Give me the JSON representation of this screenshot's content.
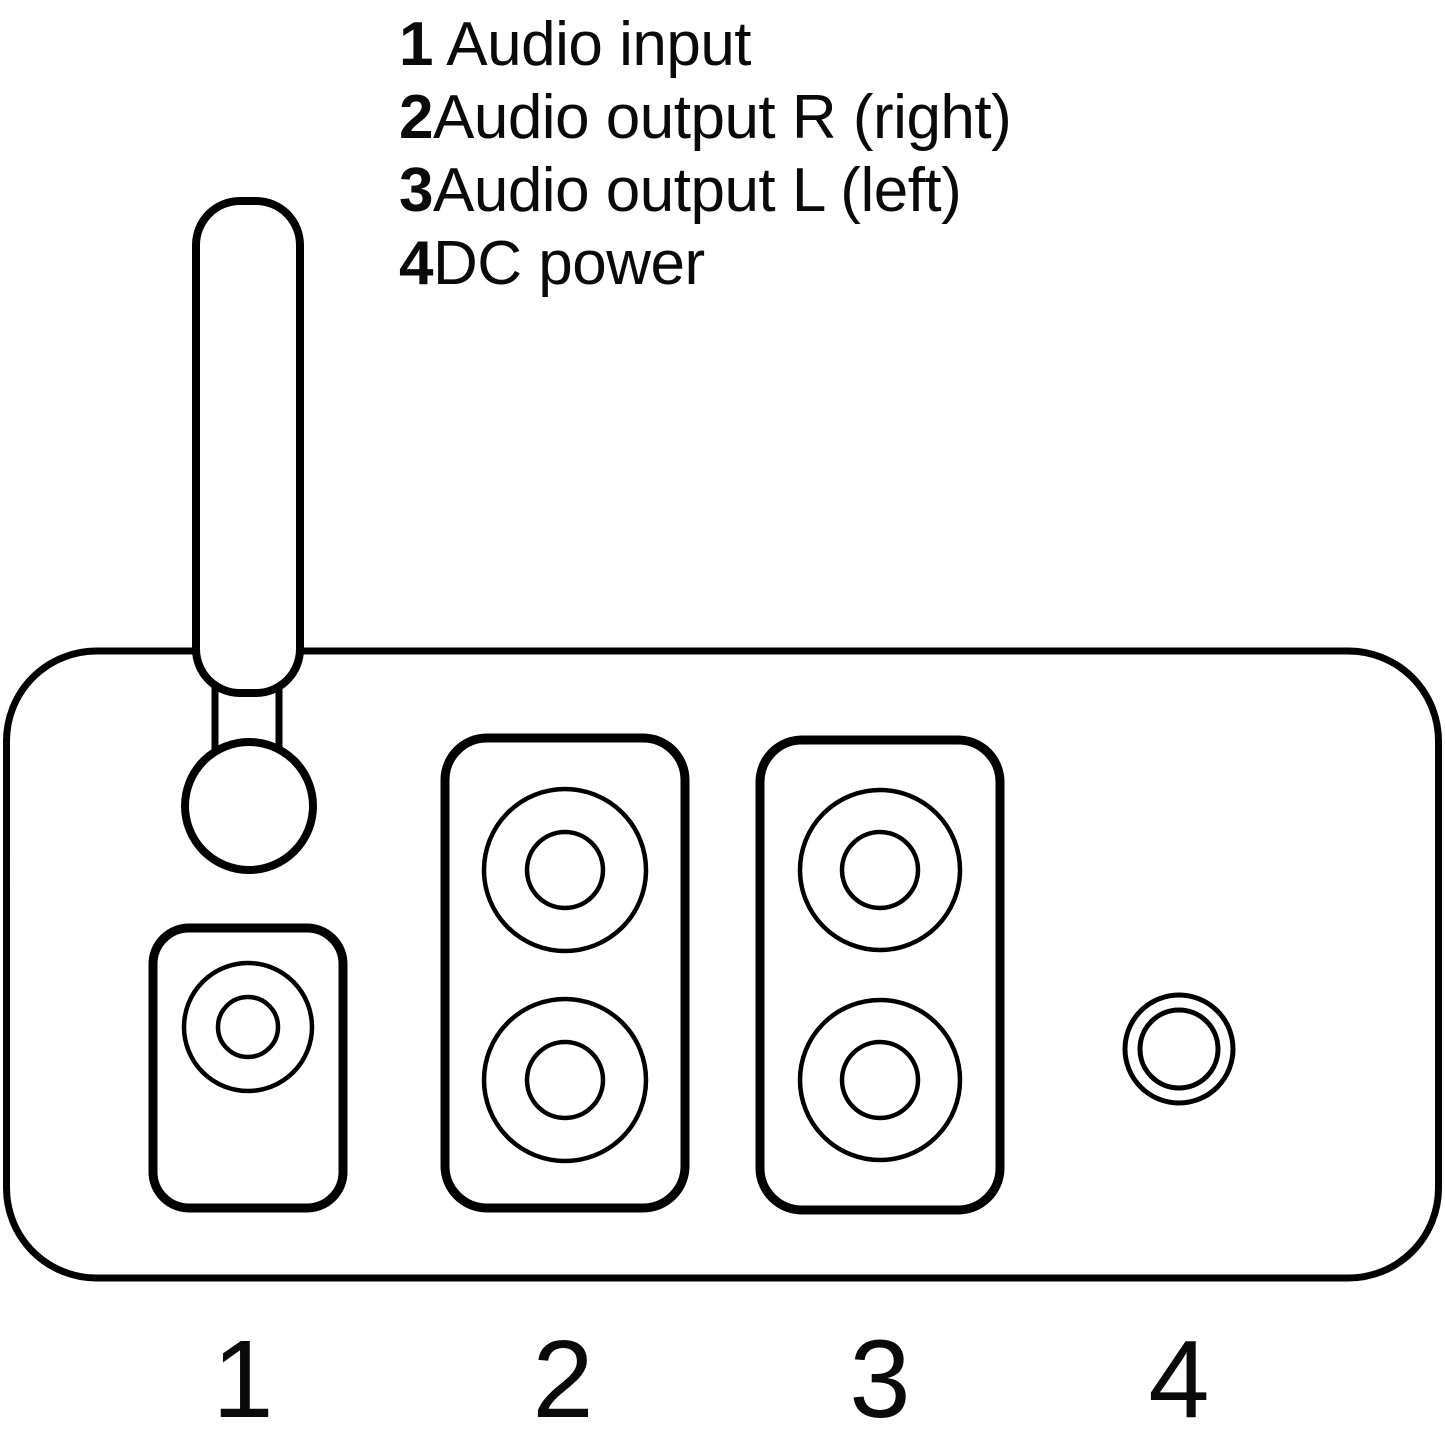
{
  "legend": {
    "items": [
      {
        "num": "1",
        "label": " Audio input"
      },
      {
        "num": "2",
        "label": "Audio output R (right)"
      },
      {
        "num": "3",
        "label": "Audio output L (left)"
      },
      {
        "num": "4",
        "label": "DC power"
      }
    ]
  },
  "port_numbers": [
    "1",
    "2",
    "3",
    "4"
  ],
  "colors": {
    "line": "#000000",
    "background": "#ffffff"
  }
}
